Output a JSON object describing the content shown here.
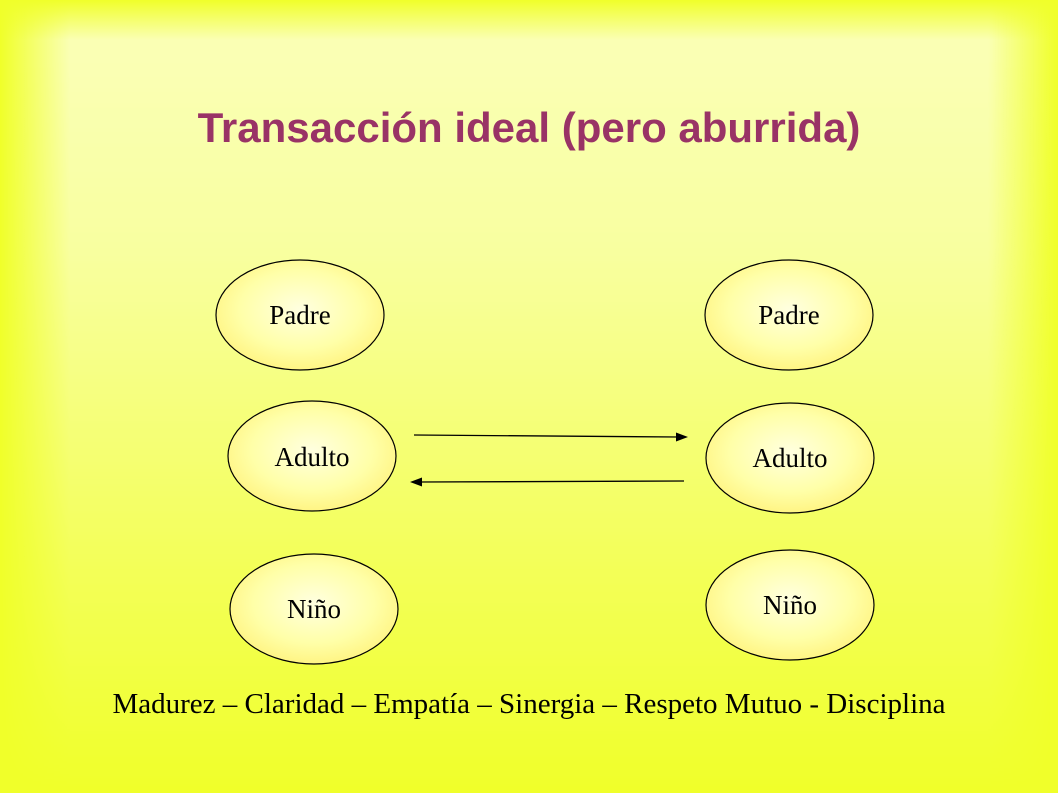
{
  "slide": {
    "title": "Transacción ideal (pero aburrida)",
    "footer": "Madurez – Claridad – Empatía – Sinergia – Respeto Mutuo - Disciplina"
  },
  "diagram": {
    "left_states": [
      "Padre",
      "Adulto",
      "Niño"
    ],
    "right_states": [
      "Padre",
      "Adulto",
      "Niño"
    ],
    "arrows": [
      {
        "from": "left.Adulto",
        "to": "right.Adulto"
      },
      {
        "from": "right.Adulto",
        "to": "left.Adulto"
      }
    ]
  },
  "colors": {
    "background": "#f0ff2a",
    "title": "#993366",
    "ellipse_fill": "#ffff99",
    "ellipse_stroke": "#000000"
  }
}
